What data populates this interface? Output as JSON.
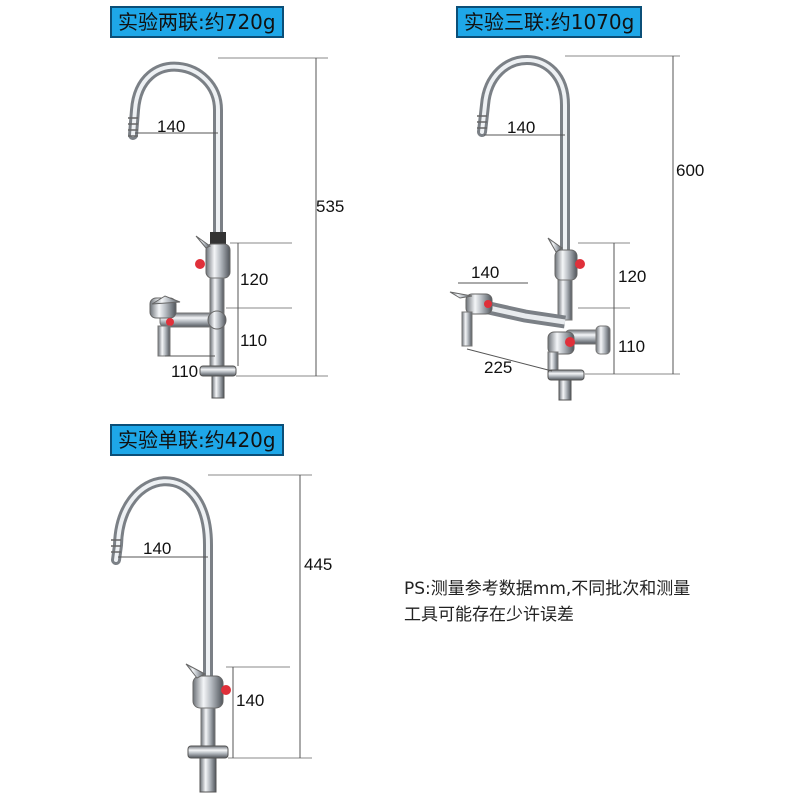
{
  "products": [
    {
      "title": "实验两联:约720g",
      "dims": {
        "spout_reach": "140",
        "total_height": "535",
        "valve_gap": "120",
        "lower_gap": "110",
        "side_reach": "110"
      }
    },
    {
      "title": "实验三联:约1070g",
      "dims": {
        "spout_reach": "140",
        "total_height": "600",
        "valve_gap": "120",
        "lower_gap": "110",
        "side_reach": "140",
        "diagonal": "225"
      }
    },
    {
      "title": "实验单联:约420g",
      "dims": {
        "spout_reach": "140",
        "total_height": "445",
        "valve_gap": "140"
      }
    }
  ],
  "note": {
    "line1": "PS:测量参考数据mm,不同批次和测量",
    "line2": "工具可能存在少许误差"
  },
  "colors": {
    "title_bg": "#1ea7e8",
    "title_border": "#0b4f78",
    "chrome": "#c8ccd0"
  }
}
